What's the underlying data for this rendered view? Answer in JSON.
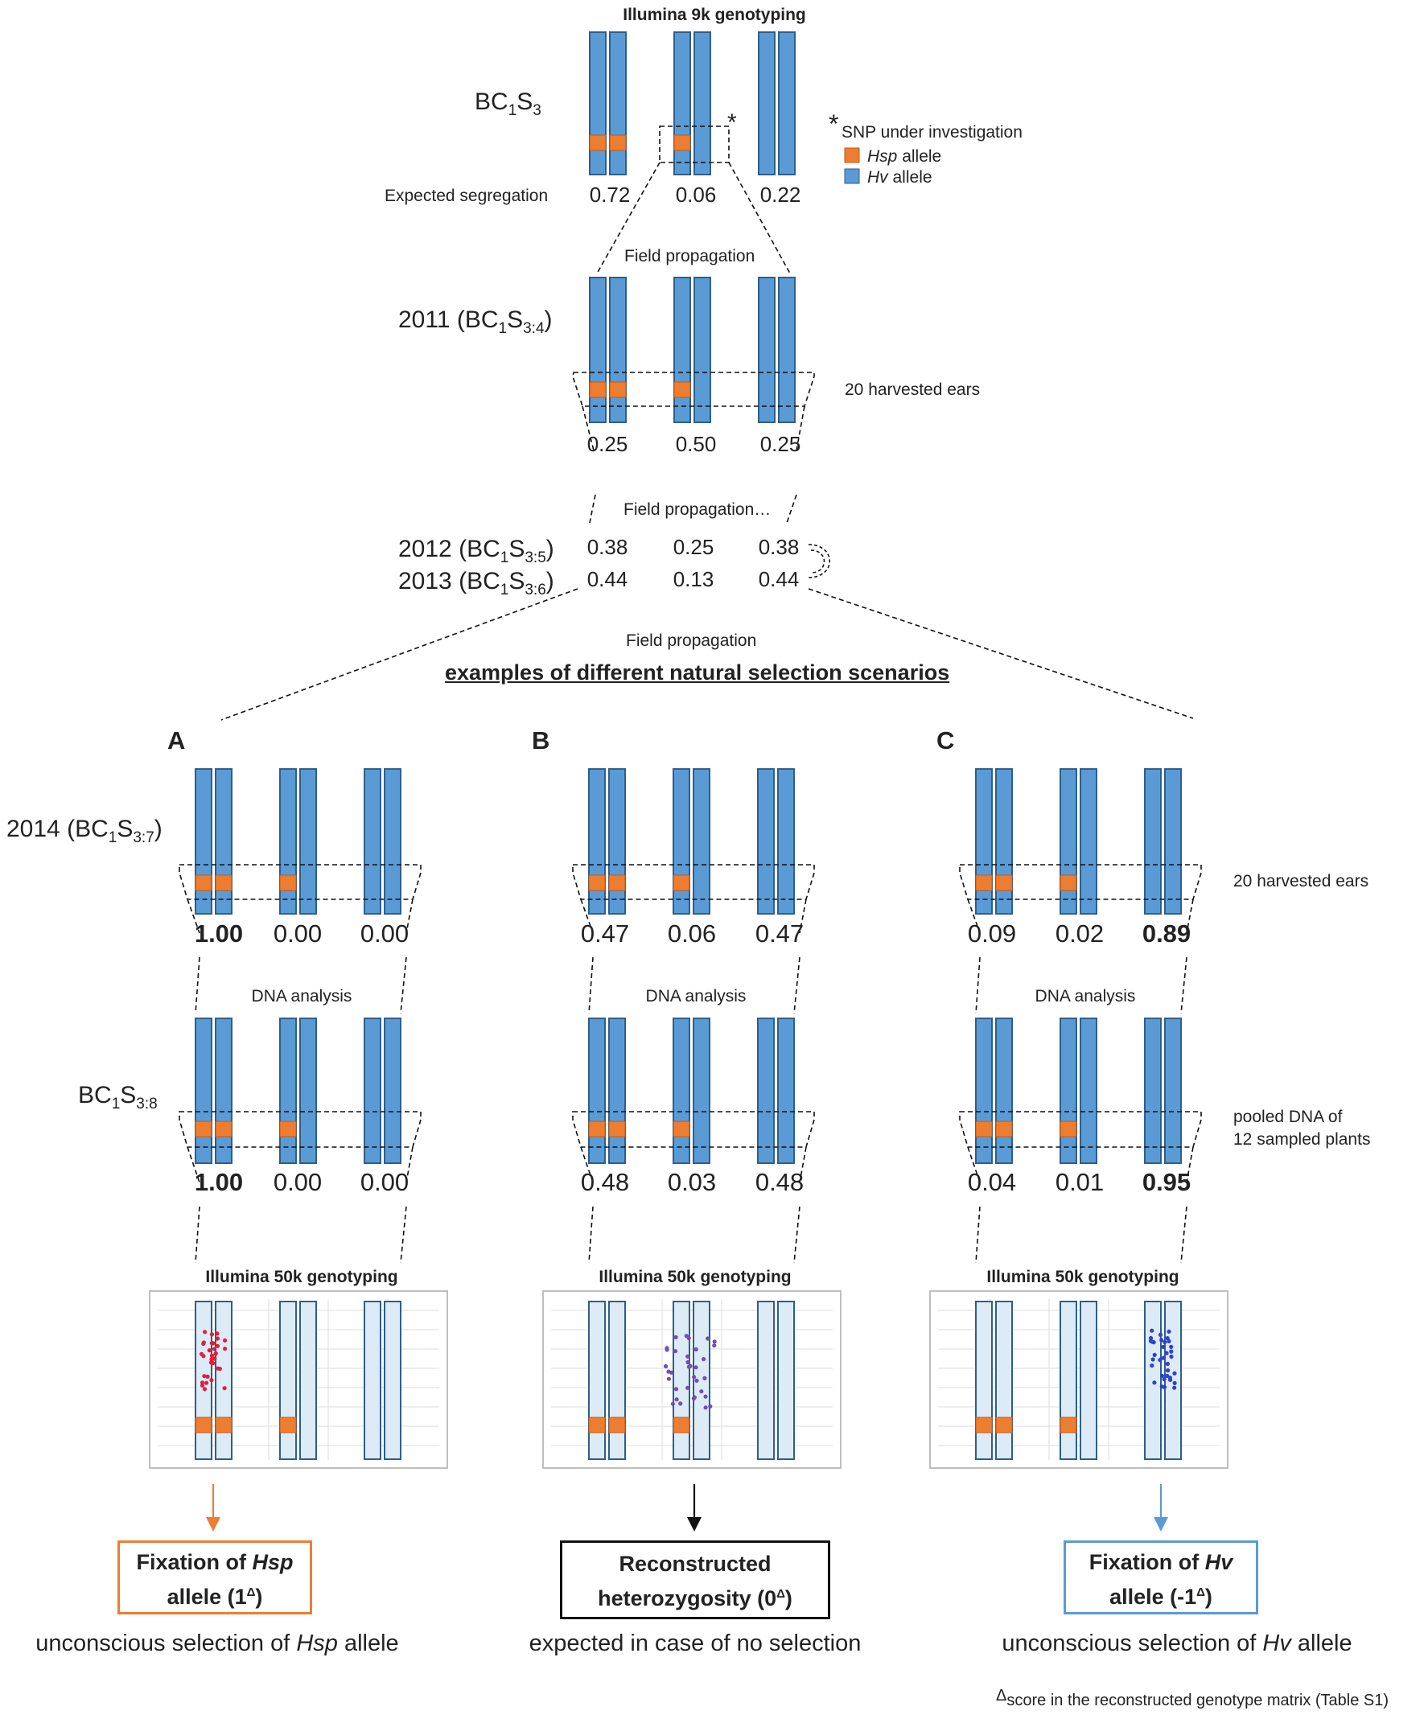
{
  "header": {
    "top_title": "Illumina 9k genotyping",
    "gen_bc1s3": "BC1S3",
    "expected_segregation": "Expected segregation",
    "freqs_bc1s3": [
      "0.72",
      "0.06",
      "0.22"
    ],
    "star": "*"
  },
  "legend": {
    "star": "*",
    "snp": "SNP under investigation",
    "hsp_italic": "Hsp",
    "hsp_rest": " allele",
    "hv_italic": "Hv",
    "hv_rest": " allele",
    "colors": {
      "hsp": "#ED7D31",
      "hv": "#5B9BD5"
    }
  },
  "step_2011": {
    "field_propagation": "Field propagation",
    "gen": "2011 (BC1S3:4)",
    "harvested": "20 harvested ears",
    "freqs": [
      "0.25",
      "0.50",
      "0.25"
    ],
    "field_propagation_more": "Field propagation…"
  },
  "years": [
    {
      "gen": "2012 (BC1S3:5)",
      "freqs": [
        "0.38",
        "0.25",
        "0.38"
      ]
    },
    {
      "gen": "2013 (BC1S3:6)",
      "freqs": [
        "0.44",
        "0.13",
        "0.44"
      ]
    }
  ],
  "field_propagation_3": "Field propagation",
  "scenarios_heading": "examples of different natural selection scenarios",
  "row_labels": {
    "gen_2014": "2014 (BC1S3:7)",
    "gen_bc1s3_8": "BC1S3:8",
    "harvested_2014": "20 harvested ears",
    "pooled_dna": [
      "pooled DNA of",
      "12 sampled plants"
    ]
  },
  "scenarios": [
    {
      "letter": "A",
      "freqs_2014": [
        "1.00",
        "0.00",
        "0.00"
      ],
      "bold_2014": 0,
      "dna_analysis": "DNA analysis",
      "freqs_bc1s3_8": [
        "1.00",
        "0.00",
        "0.00"
      ],
      "bold_bc1s3_8": 0,
      "genotyping": "Illumina 50k genotyping",
      "result": [
        "Fixation of ",
        "Hsp",
        "allele (1",
        "Δ",
        ")"
      ],
      "caption": [
        "unconscious selection of ",
        "Hsp",
        " allele"
      ],
      "color": "#ED7D31"
    },
    {
      "letter": "B",
      "freqs_2014": [
        "0.47",
        "0.06",
        "0.47"
      ],
      "bold_2014": -1,
      "dna_analysis": "DNA analysis",
      "freqs_bc1s3_8": [
        "0.48",
        "0.03",
        "0.48"
      ],
      "bold_bc1s3_8": -1,
      "genotyping": "Illumina 50k genotyping",
      "result": [
        "Reconstructed",
        "heterozygosity (0",
        "Δ",
        ")"
      ],
      "caption": [
        "expected in case of no selection"
      ],
      "color": "#111111"
    },
    {
      "letter": "C",
      "freqs_2014": [
        "0.09",
        "0.02",
        "0.89"
      ],
      "bold_2014": 2,
      "dna_analysis": "DNA analysis",
      "freqs_bc1s3_8": [
        "0.04",
        "0.01",
        "0.95"
      ],
      "bold_bc1s3_8": 2,
      "genotyping": "Illumina 50k genotyping",
      "result": [
        "Fixation of ",
        "Hv",
        "allele (-1",
        "Δ",
        ")"
      ],
      "caption": [
        "unconscious selection of ",
        "Hv",
        " allele"
      ],
      "color": "#5B9BD5"
    }
  ],
  "footnote": {
    "delta": "Δ",
    "text": "score in the reconstructed genotype matrix (Table S1)"
  }
}
